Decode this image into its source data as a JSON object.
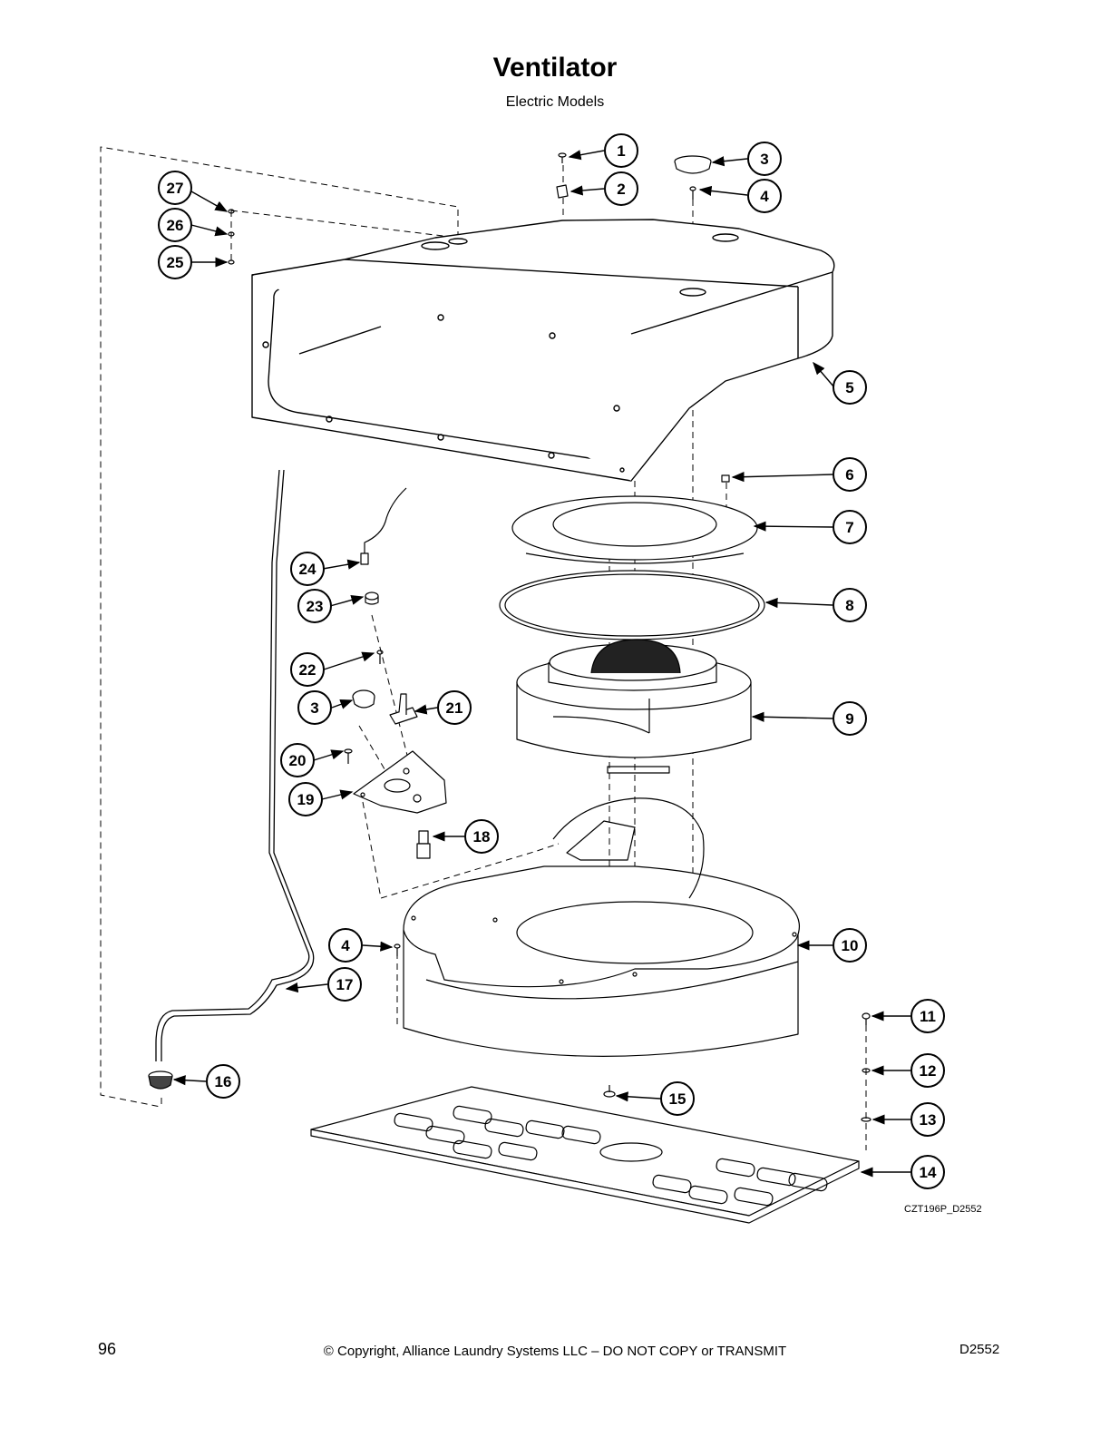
{
  "header": {
    "title": "Ventilator",
    "subtitle": "Electric Models"
  },
  "callouts": [
    {
      "label": "1"
    },
    {
      "label": "2"
    },
    {
      "label": "3"
    },
    {
      "label": "4"
    },
    {
      "label": "5"
    },
    {
      "label": "6"
    },
    {
      "label": "7"
    },
    {
      "label": "8"
    },
    {
      "label": "9"
    },
    {
      "label": "10"
    },
    {
      "label": "11"
    },
    {
      "label": "12"
    },
    {
      "label": "13"
    },
    {
      "label": "14"
    },
    {
      "label": "15"
    },
    {
      "label": "16"
    },
    {
      "label": "17"
    },
    {
      "label": "18"
    },
    {
      "label": "19"
    },
    {
      "label": "20"
    },
    {
      "label": "21"
    },
    {
      "label": "22"
    },
    {
      "label": "3"
    },
    {
      "label": "23"
    },
    {
      "label": "24"
    },
    {
      "label": "25"
    },
    {
      "label": "26"
    },
    {
      "label": "27"
    },
    {
      "label": "4"
    }
  ],
  "drawing_code": "CZT196P_D2552",
  "footer": {
    "page_number": "96",
    "copyright": "© Copyright, Alliance Laundry Systems LLC – DO NOT COPY or TRANSMIT",
    "doc_code": "D2552"
  }
}
